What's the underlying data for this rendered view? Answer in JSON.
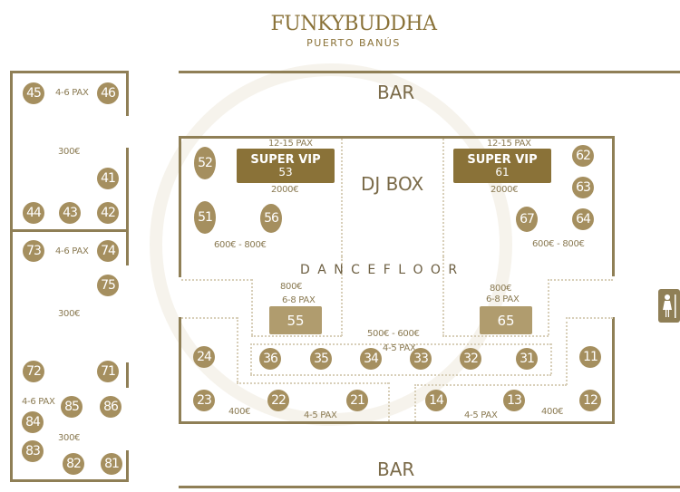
{
  "header": {
    "brand": "FUNKYBUDDHA",
    "location": "PUERTO BANÚS"
  },
  "areas": {
    "bar_top": "BAR",
    "bar_bottom": "BAR",
    "dj_box": "DJ BOX",
    "dancefloor": "D A N C E F L O O R"
  },
  "left_section_a": {
    "pax": "4-6 PAX",
    "price": "300€",
    "tables": [
      "45",
      "46",
      "41",
      "44",
      "43",
      "42"
    ]
  },
  "left_section_b": {
    "pax": "4-6 PAX",
    "price": "300€",
    "tables": [
      "73",
      "74",
      "75",
      "72",
      "71"
    ]
  },
  "left_section_c": {
    "pax": "4-6 PAX",
    "price": "300€",
    "tables": [
      "84",
      "85",
      "86",
      "83",
      "82",
      "81"
    ]
  },
  "vip_left": {
    "pax": "12-15 PAX",
    "label": "SUPER VIP",
    "number": "53",
    "price": "2000€"
  },
  "vip_right": {
    "pax": "12-15 PAX",
    "label": "SUPER VIP",
    "number": "61",
    "price": "2000€"
  },
  "zone_50": {
    "tables": [
      "52",
      "51",
      "56"
    ],
    "price": "600€ - 800€"
  },
  "zone_60": {
    "tables": [
      "62",
      "63",
      "64",
      "67"
    ],
    "price": "600€ - 800€"
  },
  "table_55": {
    "price": "800€",
    "pax": "6-8 PAX",
    "number": "55"
  },
  "table_65": {
    "price": "800€",
    "pax": "6-8 PAX",
    "number": "65"
  },
  "row_30": {
    "price": "500€ - 600€",
    "pax": "4-5 PAX",
    "tables": [
      "36",
      "35",
      "34",
      "33",
      "32",
      "31"
    ]
  },
  "zone_20": {
    "tables": [
      "24",
      "23",
      "22",
      "21"
    ],
    "price": "400€",
    "pax": "4-5 PAX"
  },
  "zone_10": {
    "tables": [
      "11",
      "14",
      "13",
      "12"
    ],
    "price": "400€",
    "pax": "4-5 PAX"
  },
  "icons": {
    "restroom": "restroom-icon"
  },
  "colors": {
    "gold": "#8f7f56",
    "table": "#a58f5f",
    "vip": "#8a7238"
  }
}
